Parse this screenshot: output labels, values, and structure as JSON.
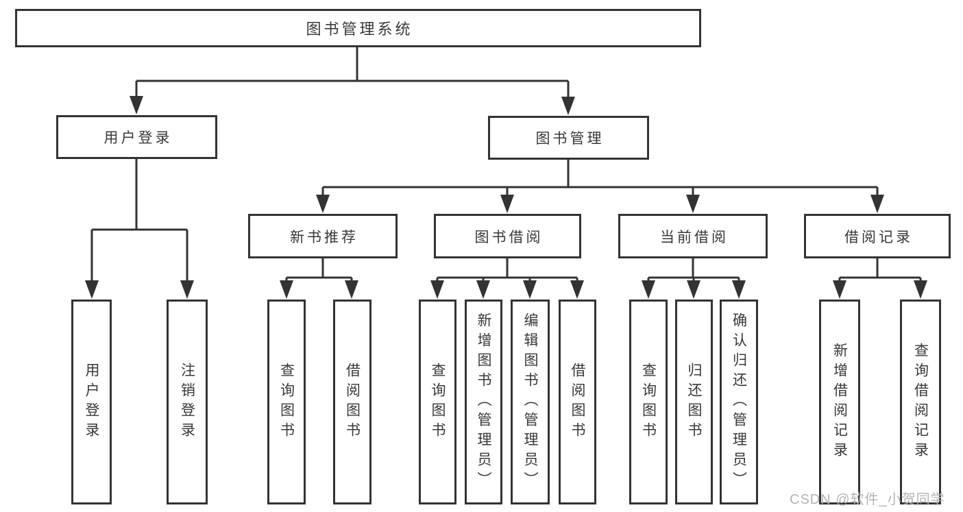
{
  "title": "图书管理系统",
  "level2": {
    "user_login": "用户登录",
    "book_mgmt": "图书管理"
  },
  "level3": {
    "new_books": "新书推荐",
    "borrowing": "图书借阅",
    "current": "当前借阅",
    "records": "借阅记录"
  },
  "leaves": {
    "user_login": [
      "用户登录",
      "注销登录"
    ],
    "new_books": [
      "查询图书",
      "借阅图书"
    ],
    "borrowing": [
      "查询图书",
      "新增图书（管理员）",
      "编辑图书（管理员）",
      "借阅图书"
    ],
    "current": [
      "查询图书",
      "归还图书",
      "确认归还（管理员）"
    ],
    "records": [
      "新增借阅记录",
      "查询借阅记录"
    ]
  },
  "watermark": "CSDN @软件_小贺同学",
  "colors": {
    "line": "#333333",
    "text": "#383838",
    "watermark": "#b3b3b3",
    "background": "#ffffff"
  }
}
